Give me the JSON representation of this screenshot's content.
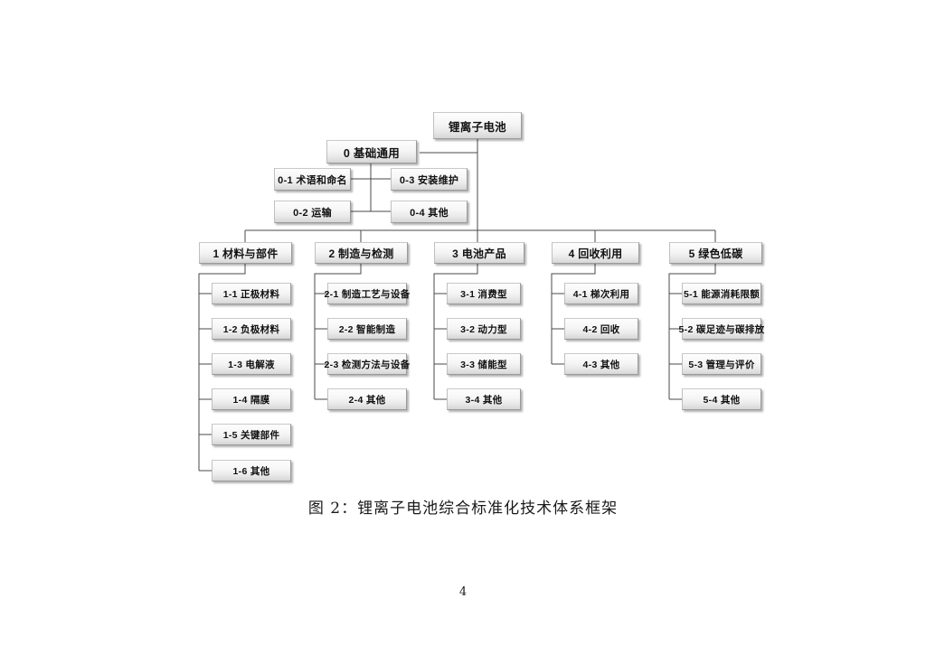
{
  "document": {
    "page_number": "4",
    "caption": "图 2：锂离子电池综合标准化技术体系框架"
  },
  "colors": {
    "page_background": "#ffffff",
    "box_border": "#9a9a9a",
    "box_fill_top": "#fdfdfd",
    "box_fill_bottom": "#d6d6d6",
    "connector_line": "#4a4a4a",
    "text": "#111111"
  },
  "diagram": {
    "type": "tree",
    "title": "锂离子电池综合标准化技术体系框架",
    "root": {
      "id": "root",
      "label": "锂离子电池"
    },
    "foundation": {
      "id": "0",
      "label": "0 基础通用",
      "children": [
        {
          "id": "0-1",
          "label": "0-1 术语和命名",
          "side": "left"
        },
        {
          "id": "0-2",
          "label": "0-2 运输",
          "side": "left"
        },
        {
          "id": "0-3",
          "label": "0-3 安装维护",
          "side": "right"
        },
        {
          "id": "0-4",
          "label": "0-4 其他",
          "side": "right"
        }
      ]
    },
    "branches": [
      {
        "id": "1",
        "label": "1 材料与部件",
        "children": [
          {
            "id": "1-1",
            "label": "1-1 正极材料"
          },
          {
            "id": "1-2",
            "label": "1-2 负极材料"
          },
          {
            "id": "1-3",
            "label": "1-3 电解液"
          },
          {
            "id": "1-4",
            "label": "1-4 隔膜"
          },
          {
            "id": "1-5",
            "label": "1-5 关键部件"
          },
          {
            "id": "1-6",
            "label": "1-6 其他"
          }
        ]
      },
      {
        "id": "2",
        "label": "2 制造与检测",
        "children": [
          {
            "id": "2-1",
            "label": "2-1 制造工艺与设备"
          },
          {
            "id": "2-2",
            "label": "2-2 智能制造"
          },
          {
            "id": "2-3",
            "label": "2-3 检测方法与设备"
          },
          {
            "id": "2-4",
            "label": "2-4 其他"
          }
        ]
      },
      {
        "id": "3",
        "label": "3 电池产品",
        "children": [
          {
            "id": "3-1",
            "label": "3-1 消费型"
          },
          {
            "id": "3-2",
            "label": "3-2 动力型"
          },
          {
            "id": "3-3",
            "label": "3-3 储能型"
          },
          {
            "id": "3-4",
            "label": "3-4 其他"
          }
        ]
      },
      {
        "id": "4",
        "label": "4 回收利用",
        "children": [
          {
            "id": "4-1",
            "label": "4-1 梯次利用"
          },
          {
            "id": "4-2",
            "label": "4-2 回收"
          },
          {
            "id": "4-3",
            "label": "4-3 其他"
          }
        ]
      },
      {
        "id": "5",
        "label": "5 绿色低碳",
        "children": [
          {
            "id": "5-1",
            "label": "5-1 能源消耗限额"
          },
          {
            "id": "5-2",
            "label": "5-2 碳足迹与碳排放"
          },
          {
            "id": "5-3",
            "label": "5-3 管理与评价"
          },
          {
            "id": "5-4",
            "label": "5-4 其他"
          }
        ]
      }
    ]
  }
}
